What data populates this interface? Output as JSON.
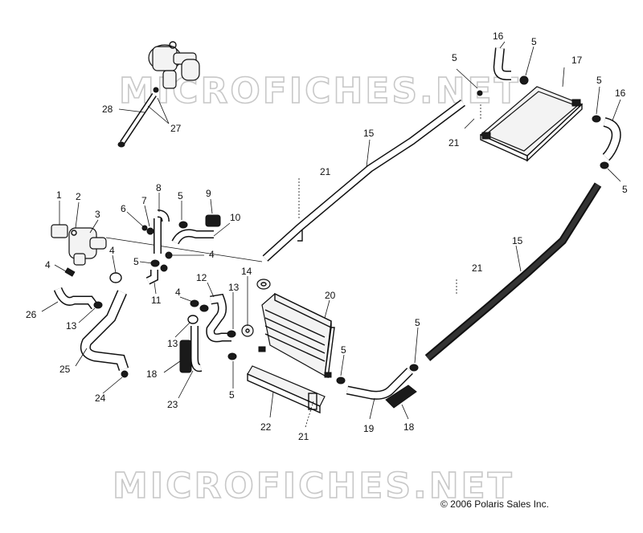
{
  "watermark": "MICROFICHES.NET",
  "copyright": "© 2006 Polaris Sales Inc.",
  "callouts": [
    {
      "id": "c16a",
      "text": "16"
    },
    {
      "id": "c5a",
      "text": "5"
    },
    {
      "id": "c5b",
      "text": "5"
    },
    {
      "id": "c17",
      "text": "17"
    },
    {
      "id": "c5c",
      "text": "5"
    },
    {
      "id": "c16b",
      "text": "16"
    },
    {
      "id": "c21a",
      "text": "21"
    },
    {
      "id": "c5d",
      "text": "5"
    },
    {
      "id": "c28",
      "text": "28"
    },
    {
      "id": "c27",
      "text": "27"
    },
    {
      "id": "c15a",
      "text": "15"
    },
    {
      "id": "c21b",
      "text": "21"
    },
    {
      "id": "c1",
      "text": "1"
    },
    {
      "id": "c2",
      "text": "2"
    },
    {
      "id": "c3",
      "text": "3"
    },
    {
      "id": "c6",
      "text": "6"
    },
    {
      "id": "c7",
      "text": "7"
    },
    {
      "id": "c8",
      "text": "8"
    },
    {
      "id": "c5e",
      "text": "5"
    },
    {
      "id": "c9",
      "text": "9"
    },
    {
      "id": "c10",
      "text": "10"
    },
    {
      "id": "c4a",
      "text": "4"
    },
    {
      "id": "c4b",
      "text": "4"
    },
    {
      "id": "c5f",
      "text": "5"
    },
    {
      "id": "c4c",
      "text": "4"
    },
    {
      "id": "c11",
      "text": "11"
    },
    {
      "id": "c14",
      "text": "14"
    },
    {
      "id": "c15b",
      "text": "15"
    },
    {
      "id": "c21c",
      "text": "21"
    },
    {
      "id": "c26",
      "text": "26"
    },
    {
      "id": "c13a",
      "text": "13"
    },
    {
      "id": "c12",
      "text": "12"
    },
    {
      "id": "c4d",
      "text": "4"
    },
    {
      "id": "c13b",
      "text": "13"
    },
    {
      "id": "c20",
      "text": "20"
    },
    {
      "id": "c13c",
      "text": "13"
    },
    {
      "id": "c5g",
      "text": "5"
    },
    {
      "id": "c5h",
      "text": "5"
    },
    {
      "id": "c25",
      "text": "25"
    },
    {
      "id": "c18a",
      "text": "18"
    },
    {
      "id": "c24",
      "text": "24"
    },
    {
      "id": "c23",
      "text": "23"
    },
    {
      "id": "c5i",
      "text": "5"
    },
    {
      "id": "c22",
      "text": "22"
    },
    {
      "id": "c19",
      "text": "19"
    },
    {
      "id": "c18b",
      "text": "18"
    },
    {
      "id": "c21d",
      "text": "21"
    }
  ]
}
